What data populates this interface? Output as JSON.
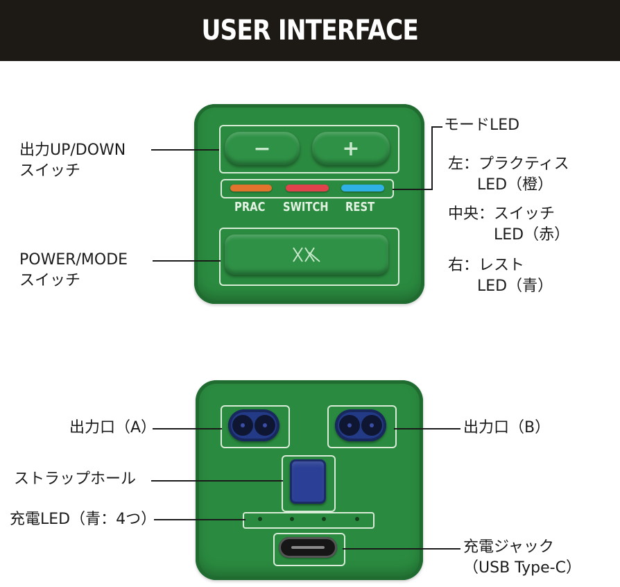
{
  "header": {
    "title": "USER INTERFACE"
  },
  "top_device": {
    "minus_label": "−",
    "plus_label": "+",
    "leds": [
      {
        "label": "PRAC",
        "color": "#e3742e"
      },
      {
        "label": "SWITCH",
        "color": "#e0434c"
      },
      {
        "label": "REST",
        "color": "#2fb1e6"
      }
    ],
    "power_icon": "xx-logo-icon"
  },
  "callouts_top": {
    "updown_line1": "出力UP/DOWN",
    "updown_line2": "スイッチ",
    "power_line1": "POWER/MODE",
    "power_line2": "スイッチ",
    "mode_led": "モードLED",
    "left_line1": "左：プラクティス",
    "left_line2": "LED（橙）",
    "center_line1": "中央：スイッチ",
    "center_line2": "LED（赤）",
    "right_line1": "右：レスト",
    "right_line2": "LED（青）"
  },
  "callouts_bottom": {
    "outlet_a": "出力口（A）",
    "outlet_b": "出力口（B）",
    "strap_hole": "ストラップホール",
    "charge_led": "充電LED（青：4つ）",
    "charge_jack_line1": "充電ジャック",
    "charge_jack_line2": "（USB Type-C）"
  },
  "colors": {
    "device_green": "#2a8a3f",
    "header_bg": "#1d1a16",
    "outlet_blue": "#233a86"
  }
}
